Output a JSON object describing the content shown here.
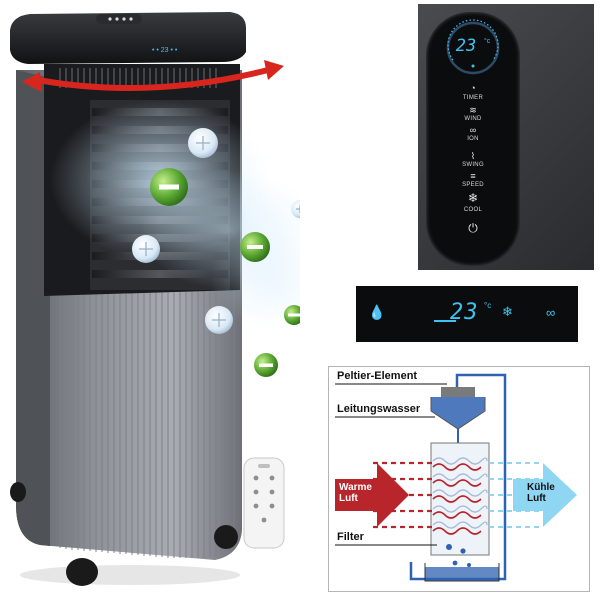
{
  "display": {
    "temperature": "23",
    "unit": "°c"
  },
  "control_panel": {
    "temperature": "23",
    "unit": "°c",
    "buttons": [
      {
        "icon": "timer-icon",
        "label": "TIMER"
      },
      {
        "icon": "wind-icon",
        "label": "WIND"
      },
      {
        "icon": "ion-icon",
        "label": "ION"
      },
      {
        "icon": "swing-icon",
        "label": "SWING"
      },
      {
        "icon": "speed-icon",
        "label": "SPEED"
      },
      {
        "icon": "snowflake-icon",
        "label": "COOL"
      },
      {
        "icon": "power-icon",
        "label": ""
      }
    ]
  },
  "diagram": {
    "peltier_label": "Peltier-Element",
    "water_label": "Leitungswasser",
    "warm_label": "Warme\nLuft",
    "cool_label": "Kühle\nLuft",
    "filter_label": "Filter"
  },
  "colors": {
    "warm_arrow": "#b8252b",
    "cool_arrow": "#8fd6f2",
    "pipe": "#2f62b0",
    "display_glow": "#3ec3f0",
    "rotation_arrow": "#d8261f",
    "ion_green": "#5aa832"
  }
}
